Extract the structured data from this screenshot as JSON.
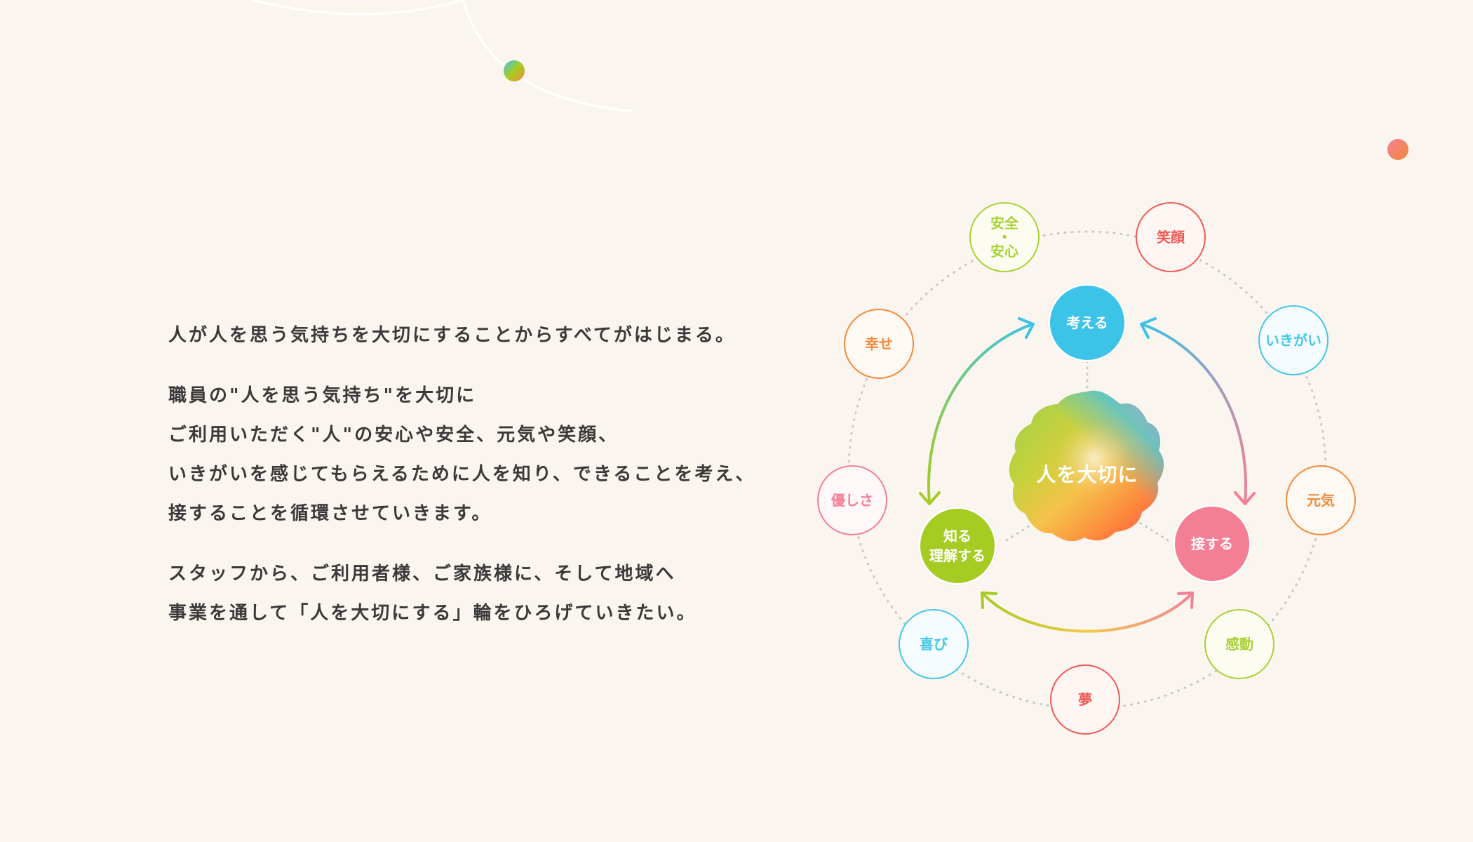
{
  "intro": {
    "lead": "人が人を思う気持ちを大切にすることからすべてがはじまる。",
    "para2": [
      "職員の\"人を思う気持ち\"を大切に",
      "ご利用いただく\"人\"の安心や安全、元気や笑顔、",
      "いきがいを感じてもらえるために人を知り、できることを考え、",
      "接することを循環させていきます。"
    ],
    "para3": [
      "スタッフから、ご利用者様、ご家族様に、そして地域へ",
      "事業を通して「人を大切にする」輪をひろげていきたい。"
    ]
  },
  "diagram": {
    "center": "人を大切に",
    "inner": {
      "think": "考える",
      "know_line1": "知る",
      "know_line2": "理解する",
      "contact": "接する"
    },
    "outer": {
      "safety_line1": "安全",
      "safety_dot": "・",
      "safety_line2": "安心",
      "smile": "笑顔",
      "ikigai": "いきがい",
      "genki": "元気",
      "kandou": "感動",
      "yume": "夢",
      "yorokobi": "喜び",
      "yasashisa": "優しさ",
      "shiawase": "幸せ"
    },
    "colors": {
      "blue": "#3cc3e8",
      "green": "#a6cc23",
      "pink": "#f47f95",
      "red": "#ef5a55",
      "orange": "#f28a3a",
      "lightblue": "#45c6e6",
      "lime": "#a8d135"
    }
  }
}
